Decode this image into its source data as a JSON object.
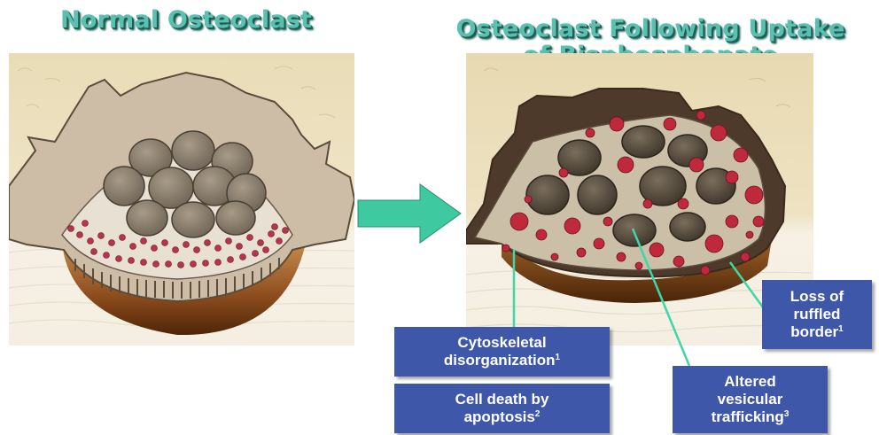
{
  "titles": {
    "left": "Normal Osteoclast",
    "right_line1": "Osteoclast Following Uptake",
    "right_line2": "of Bisphosphonate"
  },
  "callouts": {
    "cytoskeletal": {
      "line1": "Cytoskeletal",
      "line2": "disorganization",
      "ref": "1"
    },
    "cell_death": {
      "line1": "Cell death by",
      "line2": "apoptosis",
      "ref": "2"
    },
    "vesicular": {
      "line1": "Altered",
      "line2": "vesicular",
      "line3": "trafficking",
      "ref": "3"
    },
    "ruffled": {
      "line1": "Loss of",
      "line2": "ruffled",
      "line3": "border",
      "ref": "1"
    }
  },
  "colors": {
    "title": "#5cc0b0",
    "title_shadow": "#1d5f56",
    "callout_bg": "#3f57a8",
    "arrow": "#3fc9a0",
    "leader_line": "#3fd6a8",
    "vesicle_red": "#c0283c",
    "nucleus": "#8d8170",
    "bone_brown": "#7a4318"
  },
  "icons": {
    "arrow": "right-arrow-icon"
  }
}
